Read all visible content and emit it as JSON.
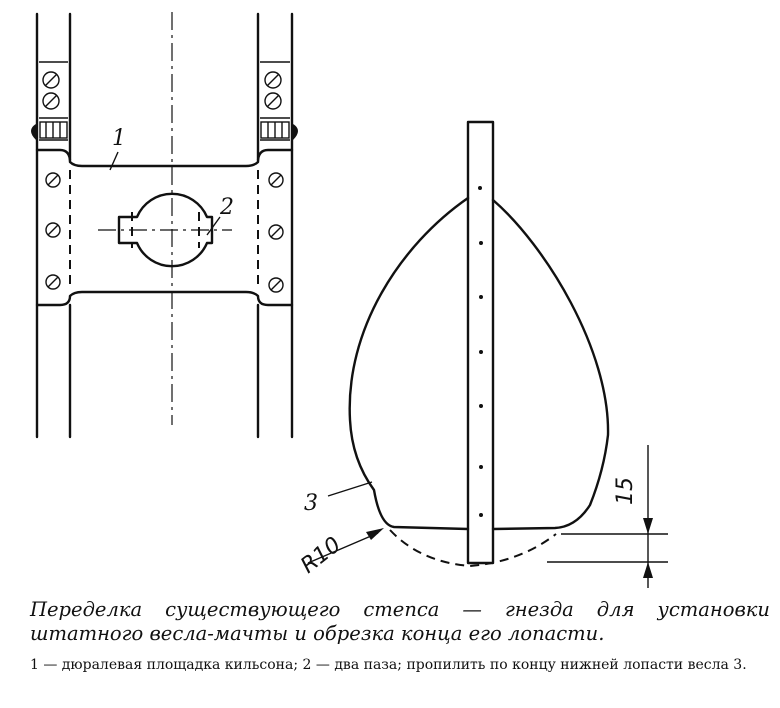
{
  "labels": {
    "part1": "1",
    "part2": "2",
    "part3": "3",
    "radius": "R10",
    "dimension": "15"
  },
  "caption": "Переделка существующего степса — гнезда для установки штатного весла-мачты и обрезка конца его лопасти.",
  "legend": "1 — дюралевая площадка кильсона; 2 — два паза; пропилить по концу нижней лопасти весла 3."
}
